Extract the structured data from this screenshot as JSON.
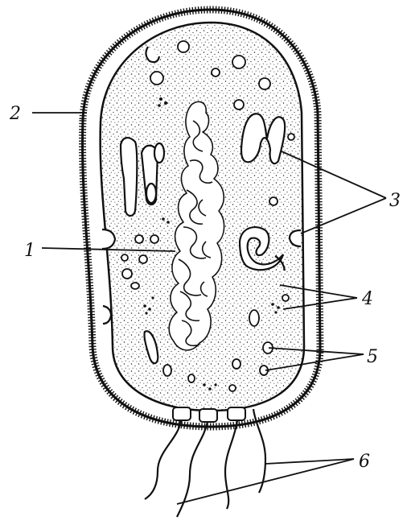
{
  "diagram": {
    "labels": {
      "l1": "1",
      "l2": "2",
      "l3": "3",
      "l4": "4",
      "l5": "5",
      "l6": "6"
    }
  },
  "colors": {
    "ink": "#111111",
    "background": "#ffffff"
  }
}
